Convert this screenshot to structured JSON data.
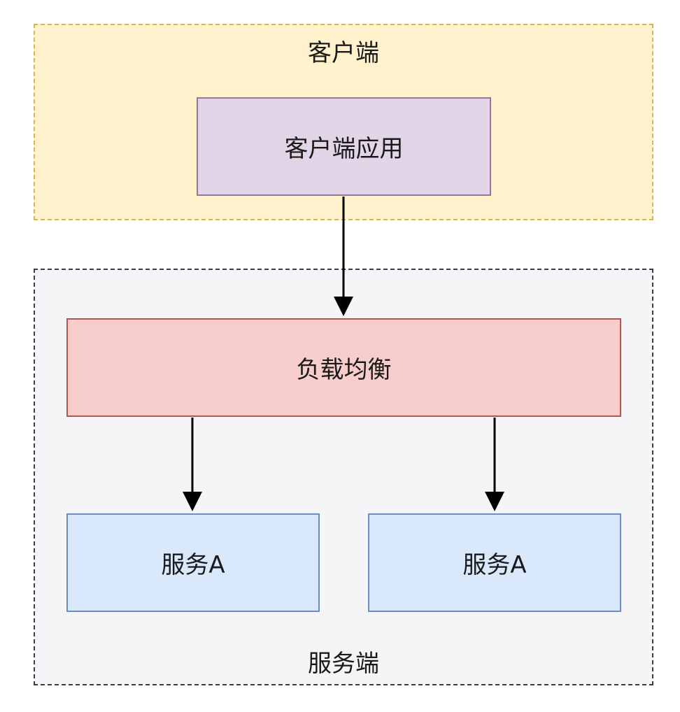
{
  "groups": {
    "client": {
      "label": "客户端"
    },
    "server": {
      "label": "服务端"
    }
  },
  "nodes": {
    "client_app": {
      "label": "客户端应用"
    },
    "load_balancer": {
      "label": "负载均衡"
    },
    "service_left": {
      "label": "服务A"
    },
    "service_right": {
      "label": "服务A"
    }
  },
  "edges": [
    {
      "from": "client_app",
      "to": "load_balancer"
    },
    {
      "from": "load_balancer",
      "to": "service_left"
    },
    {
      "from": "load_balancer",
      "to": "service_right"
    }
  ],
  "colors": {
    "client_group_fill": "#fff2cc",
    "client_group_border": "#d6b656",
    "server_group_fill": "#f5f5f7",
    "server_group_border": "#3a3a4a",
    "client_app_fill": "#e1d5e7",
    "client_app_border": "#9673a6",
    "load_balancer_fill": "#f8cecc",
    "load_balancer_border": "#b85450",
    "service_fill": "#dae8fc",
    "service_border": "#6c8ebf",
    "edge": "#000000"
  }
}
